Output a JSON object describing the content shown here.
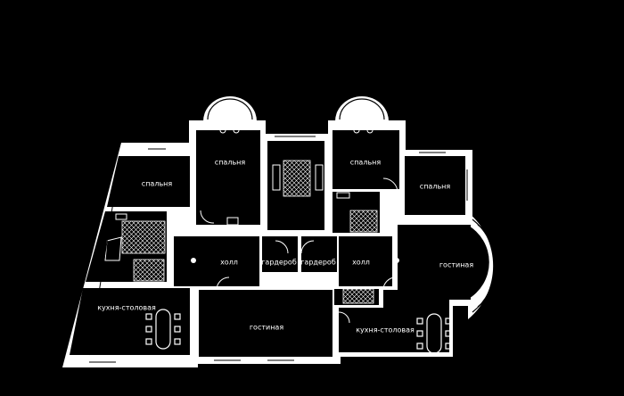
{
  "colors": {
    "background": "#000000",
    "wall": "#ffffff",
    "floor": "#000000",
    "label": "#000000"
  },
  "rooms": [
    {
      "id": "bedroom-left",
      "label": "спальня"
    },
    {
      "id": "bedroom-center-left",
      "label": "спальня"
    },
    {
      "id": "bedroom-center-right",
      "label": "спальня"
    },
    {
      "id": "bedroom-right",
      "label": "спальня"
    },
    {
      "id": "hall-left",
      "label": "холл"
    },
    {
      "id": "wardrobe-left",
      "label": "гардероб"
    },
    {
      "id": "wardrobe-right",
      "label": "гардероб"
    },
    {
      "id": "hall-right",
      "label": "холл"
    },
    {
      "id": "living-right",
      "label": "гостиная"
    },
    {
      "id": "kitchen-left",
      "label": "кухня-столовая"
    },
    {
      "id": "living-center",
      "label": "гостиная"
    },
    {
      "id": "kitchen-right",
      "label": "кухня-столовая"
    }
  ]
}
